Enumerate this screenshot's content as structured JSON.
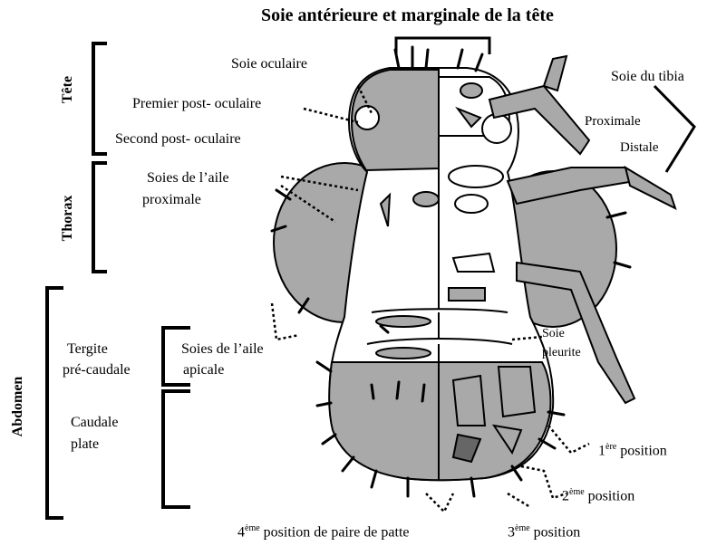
{
  "title": "Soie antérieure et marginale de la tête",
  "regions": {
    "tete": "Tête",
    "thorax": "Thorax",
    "abdomen": "Abdomen"
  },
  "labels": {
    "soie_oculaire": "Soie oculaire",
    "premier_post_oculaire": "Premier post- oculaire",
    "second_post_oculaire": "Second post- oculaire",
    "soies_aile_proximale_1": "Soies de l’aile",
    "soies_aile_proximale_2": "proximale",
    "tergite_1": "Tergite",
    "tergite_2": "pré-caudale",
    "soies_aile_apicale_1": "Soies de l’aile",
    "soies_aile_apicale_2": "apicale",
    "caudale_1": "Caudale",
    "caudale_2": "plate",
    "soie_du_tibia": "Soie du tibia",
    "proximale": "Proximale",
    "distale": "Distale",
    "soie_pleurite_1": "Soie",
    "soie_pleurite_2": "pleurite",
    "pos1_num": "1",
    "pos1_sup": "ère",
    "pos1_text": "position",
    "pos2_num": "2",
    "pos2_sup": "ème",
    "pos2_text": "position",
    "pos3_num": "3",
    "pos3_sup": "ème",
    "pos3_text": "position",
    "pos4_num": "4",
    "pos4_sup": "ème",
    "pos4_text": "position de paire de patte"
  },
  "colors": {
    "body_fill": "#a9a9a9",
    "outline": "#000000",
    "background": "#ffffff"
  }
}
